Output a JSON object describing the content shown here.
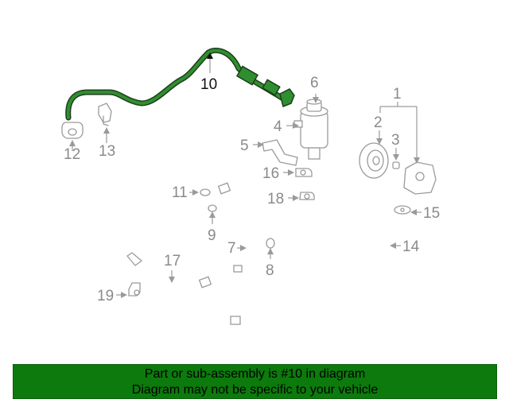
{
  "callouts": {
    "c1": "1",
    "c2": "2",
    "c3": "3",
    "c4": "4",
    "c5": "5",
    "c6": "6",
    "c7": "7",
    "c8": "8",
    "c9": "9",
    "c10": "10",
    "c11": "11",
    "c12": "12",
    "c13": "13",
    "c14": "14",
    "c15": "15",
    "c16": "16",
    "c17": "17",
    "c18": "18",
    "c19": "19"
  },
  "highlight_color": "#0c7a0c",
  "footer": {
    "line1": "Part or sub-assembly is #10 in diagram",
    "line2": "Diagram may not be specific to your vehicle"
  }
}
